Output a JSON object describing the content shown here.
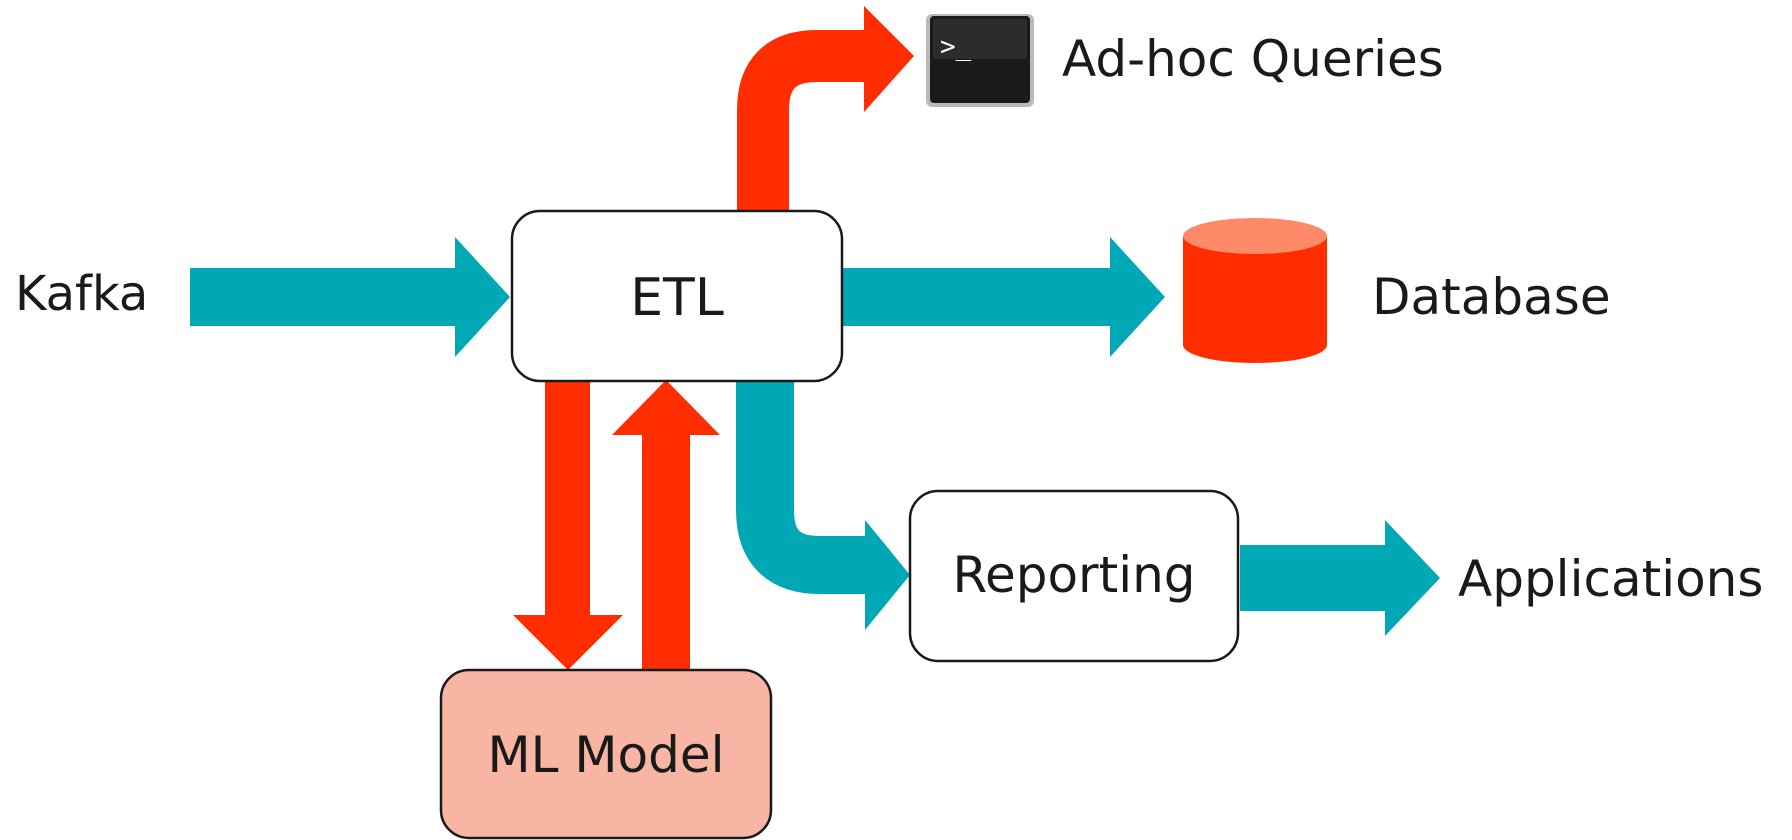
{
  "colors": {
    "teal": "#00a8b5",
    "red": "#ff2d00",
    "ml_box_fill": "#f9b5a3",
    "database_fill": "#ff2d00",
    "database_top": "#ff8a6a",
    "terminal_bg": "#111111",
    "box_border": "#1a1a1a"
  },
  "nodes": {
    "kafka": "Kafka",
    "etl": "ETL",
    "ml_model": "ML Model",
    "reporting": "Reporting",
    "database": "Database",
    "adhoc": "Ad-hoc Queries",
    "applications": "Applications"
  },
  "icons": {
    "terminal": "terminal-icon",
    "terminal_prompt": ">_",
    "database": "database-cylinder-icon"
  },
  "edges": [
    {
      "from": "Kafka",
      "to": "ETL",
      "color": "teal"
    },
    {
      "from": "ETL",
      "to": "Database",
      "color": "teal"
    },
    {
      "from": "ETL",
      "to": "Reporting",
      "color": "teal"
    },
    {
      "from": "Reporting",
      "to": "Applications",
      "color": "teal"
    },
    {
      "from": "ETL",
      "to": "Ad-hoc Queries",
      "color": "red"
    },
    {
      "from": "ETL",
      "to": "ML Model",
      "color": "red"
    },
    {
      "from": "ML Model",
      "to": "ETL",
      "color": "red"
    }
  ]
}
